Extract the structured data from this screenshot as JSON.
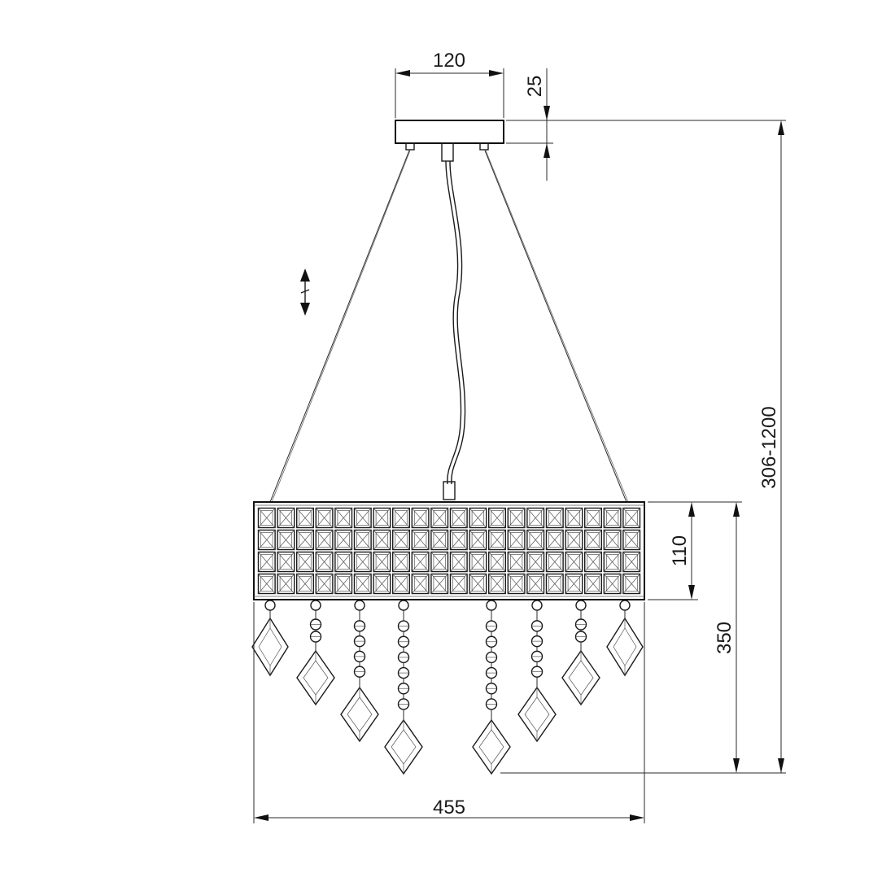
{
  "dimensions": {
    "canopy_width": "120",
    "canopy_height": "25",
    "overall_height": "306-1200",
    "shade_height": "110",
    "body_height": "350",
    "diameter": "455"
  },
  "colors": {
    "line": "#111111",
    "background": "#ffffff"
  },
  "icons": {
    "adjust": "height-adjust-arrows-icon"
  },
  "crystal_strands": [
    {
      "beads": 0,
      "drop_length": "short",
      "side": "left"
    },
    {
      "beads": 2,
      "drop_length": "medium",
      "side": "left"
    },
    {
      "beads": 4,
      "drop_length": "long",
      "side": "left"
    },
    {
      "beads": 6,
      "drop_length": "longest",
      "side": "left"
    },
    {
      "beads": 6,
      "drop_length": "longest",
      "side": "right"
    },
    {
      "beads": 4,
      "drop_length": "long",
      "side": "right"
    },
    {
      "beads": 2,
      "drop_length": "medium",
      "side": "right"
    },
    {
      "beads": 0,
      "drop_length": "short",
      "side": "right"
    }
  ]
}
